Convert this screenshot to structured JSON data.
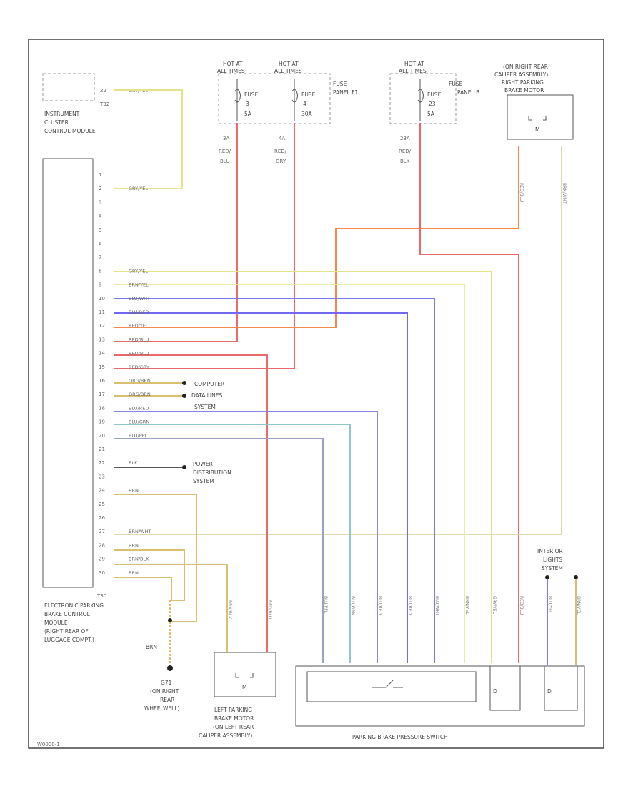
{
  "components": {
    "icc": {
      "line1": "INSTRUMENT",
      "line2": "CLUSTER",
      "line3": "CONTROL MODULE",
      "connector": "T32",
      "pin": "22",
      "wire": "GRY/YEL"
    },
    "fuse3": {
      "hot1": "HOT AT",
      "hot2": "ALL TIMES",
      "name": "FUSE",
      "num": "3",
      "amp": "5A",
      "pin": "3A",
      "wire1": "RED/",
      "wire2": "BLU"
    },
    "fuse4": {
      "hot1": "HOT AT",
      "hot2": "ALL TIMES",
      "name": "FUSE",
      "num": "4",
      "amp": "30A",
      "pin": "4A",
      "wire1": "RED/",
      "wire2": "GRY"
    },
    "fuse_panel_f1": {
      "line1": "FUSE",
      "line2": "PANEL F1"
    },
    "fuse23": {
      "hot1": "HOT AT",
      "hot2": "ALL TIMES",
      "name": "FUSE",
      "num": "23",
      "amp": "5A",
      "pin": "23A",
      "wire1": "RED/",
      "wire2": "BLK"
    },
    "fuse_panel_b": {
      "line1": "FUSE",
      "line2": "PANEL B"
    },
    "right_motor": {
      "line1": "(ON RIGHT REAR",
      "line2": "CALIPER ASSEMBLY)",
      "line3": "RIGHT PARKING",
      "line4": "BRAKE MOTOR",
      "symbol": "M",
      "wireA": "RED/BLU",
      "wireB": "BRN/WHT"
    },
    "epb": {
      "line1": "ELECTRONIC PARKING",
      "line2": "BRAKE CONTROL",
      "line3": "MODULE",
      "line4": "(RIGHT REAR OF",
      "line5": "LUGGAGE COMPT.)",
      "connector": "T30"
    },
    "cdl": {
      "line1": "COMPUTER",
      "line2": "DATA LINES",
      "line3": "SYSTEM"
    },
    "pds": {
      "line1": "POWER",
      "line2": "DISTRIBUTION",
      "line3": "SYSTEM"
    },
    "ground": {
      "label": "BRN",
      "id": "G71",
      "line2": "(ON RIGHT",
      "line3": "REAR",
      "line4": "WHEELWELL)"
    },
    "left_motor": {
      "symbol": "M",
      "line1": "LEFT PARKING",
      "line2": "BRAKE MOTOR",
      "line3": "(ON LEFT REAR",
      "line4": "CALIPER ASSEMBLY)",
      "wireA": "BRN/BLK",
      "wireB": "RED/BLU"
    },
    "interior_lights": {
      "line1": "INTERIOR",
      "line2": "LIGHTS",
      "line3": "SYSTEM",
      "wireA": "BLU/YEL",
      "wireB": "BRN/YEL"
    },
    "switch": {
      "label": "PARKING BRAKE PRESSURE SWITCH",
      "d1": "D",
      "d2": "D"
    },
    "switch_wires": [
      "BLU/PPL",
      "BLU/GRN",
      "BLU/RED",
      "BLU/RED",
      "BLU/WHT",
      "BRN/YEL",
      "GRY/YEL",
      "RED/BLU"
    ],
    "footer": "W0000-1"
  },
  "pins": [
    {
      "num": "1",
      "wire": ""
    },
    {
      "num": "2",
      "wire": "GRY/YEL"
    },
    {
      "num": "3",
      "wire": ""
    },
    {
      "num": "4",
      "wire": ""
    },
    {
      "num": "5",
      "wire": ""
    },
    {
      "num": "6",
      "wire": ""
    },
    {
      "num": "7",
      "wire": ""
    },
    {
      "num": "8",
      "wire": "GRY/YEL"
    },
    {
      "num": "9",
      "wire": "BRN/YEL"
    },
    {
      "num": "10",
      "wire": "BLU/WHT"
    },
    {
      "num": "11",
      "wire": "BLU/RED"
    },
    {
      "num": "12",
      "wire": "RED/YEL"
    },
    {
      "num": "13",
      "wire": "RED/BLU"
    },
    {
      "num": "14",
      "wire": "RED/BLU"
    },
    {
      "num": "15",
      "wire": "RED/GRY"
    },
    {
      "num": "16",
      "wire": "ORG/BRN"
    },
    {
      "num": "17",
      "wire": "ORG/BRN"
    },
    {
      "num": "18",
      "wire": "BLU/RED"
    },
    {
      "num": "19",
      "wire": "BLU/GRN"
    },
    {
      "num": "20",
      "wire": "BLU/PPL"
    },
    {
      "num": "21",
      "wire": ""
    },
    {
      "num": "22",
      "wire": "BLK"
    },
    {
      "num": "23",
      "wire": ""
    },
    {
      "num": "24",
      "wire": "BRN"
    },
    {
      "num": "25",
      "wire": ""
    },
    {
      "num": "26",
      "wire": ""
    },
    {
      "num": "27",
      "wire": "BRN/WHT"
    },
    {
      "num": "28",
      "wire": "BRN"
    },
    {
      "num": "29",
      "wire": "BRN/BLK"
    },
    {
      "num": "30",
      "wire": "BRN"
    }
  ],
  "colors": {
    "frame": "#444444",
    "yellow": "#e3e38a",
    "yellow_light": "#ecec9e",
    "red": "#e86a6a",
    "orange": "#f28a50",
    "blue": "#7a78ee",
    "blue_mid": "#8a86e6",
    "purple": "#7268f2",
    "teal": "#8ec8c8",
    "gray_blue": "#9aa2c0",
    "tan": "#e0d8b0",
    "brown_yellow": "#d8c070",
    "black": "#222222"
  }
}
